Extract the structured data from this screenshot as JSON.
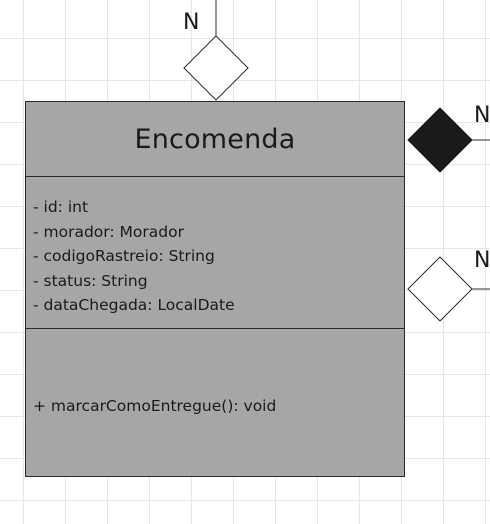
{
  "class": {
    "name": "Encomenda",
    "attributes": [
      "- id: int",
      "- morador: Morador",
      "- codigoRastreio: String",
      "- status: String",
      "- dataChegada: LocalDate"
    ],
    "methods": [
      "+ marcarComoEntregue(): void"
    ]
  },
  "relations": {
    "top": {
      "multiplicity": "N",
      "kind": "aggregation"
    },
    "right_upper": {
      "multiplicity": "N",
      "kind": "composition"
    },
    "right_lower": {
      "multiplicity": "N",
      "kind": "aggregation"
    }
  },
  "colors": {
    "class_fill": "#a6a6a6",
    "border": "#2b2b2b",
    "composition_fill": "#1a1a1a",
    "aggregation_fill": "#ffffff",
    "grid": "#e6e6e6"
  }
}
